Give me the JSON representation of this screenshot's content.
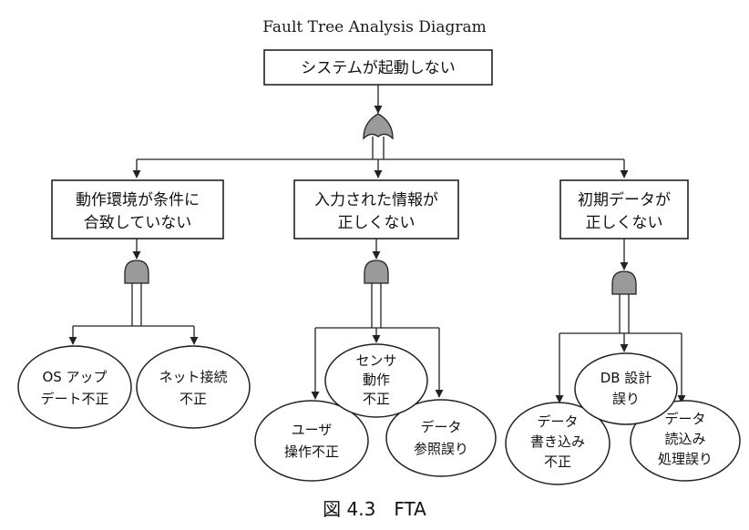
{
  "diagram": {
    "title": "Fault Tree Analysis Diagram",
    "caption": "図 4.3　FTA",
    "top_event": {
      "label": "システムが起動しない",
      "gate": "or-gate"
    },
    "intermediate_events": [
      {
        "lines": [
          "動作環境が条件に",
          "合致していない"
        ],
        "gate": "and-gate",
        "basic_events": [
          {
            "lines": [
              "OS アップ",
              "デート不正"
            ]
          },
          {
            "lines": [
              "ネット接続",
              "不正"
            ]
          }
        ]
      },
      {
        "lines": [
          "入力された情報が",
          "正しくない"
        ],
        "gate": "and-gate",
        "basic_events": [
          {
            "lines": [
              "センサ",
              "動作",
              "不正"
            ]
          },
          {
            "lines": [
              "ユーザ",
              "操作不正"
            ]
          },
          {
            "lines": [
              "データ",
              "参照誤り"
            ]
          }
        ]
      },
      {
        "lines": [
          "初期データが",
          "正しくない"
        ],
        "gate": "and-gate",
        "basic_events": [
          {
            "lines": [
              "DB 設計",
              "誤り"
            ]
          },
          {
            "lines": [
              "データ",
              "書き込み",
              "不正"
            ]
          },
          {
            "lines": [
              "データ",
              "読込み",
              "処理誤り"
            ]
          }
        ]
      }
    ]
  }
}
